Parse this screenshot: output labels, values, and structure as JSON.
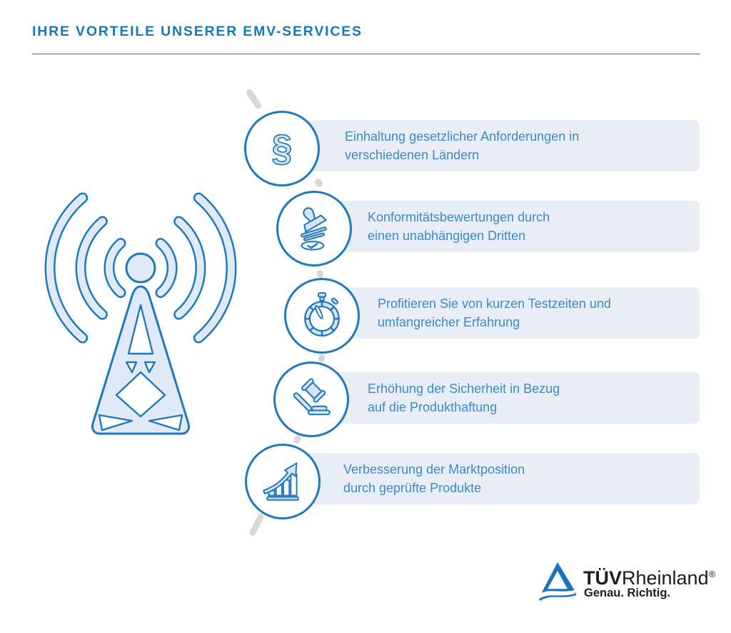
{
  "header": {
    "title": "IHRE VORTEILE UNSERER EMV-SERVICES"
  },
  "benefits": [
    {
      "icon": "paragraph-icon",
      "text": "Einhaltung gesetzlicher Anforderungen in\nverschiedenen Ländern"
    },
    {
      "icon": "stamp-icon",
      "text": "Konformitätsbewertungen durch\neinen unabhängigen Dritten"
    },
    {
      "icon": "stopwatch-icon",
      "text": "Profitieren Sie von kurzen Testzeiten und\numfangreicher Erfahrung"
    },
    {
      "icon": "gavel-icon",
      "text": "Erhöhung der Sicherheit in Bezug\nauf die Produkthaftung"
    },
    {
      "icon": "growth-chart-icon",
      "text": "Verbesserung der Marktposition\ndurch geprüfte Produkte"
    }
  ],
  "logo": {
    "brand_bold": "TÜV",
    "brand_regular": "Rheinland",
    "registered": "®",
    "tagline": "Genau. Richtig."
  },
  "colors": {
    "primary_blue": "#1e79bd",
    "title_blue": "#1878bc",
    "body_text_blue": "#3e89c6",
    "box_background": "#e9edf6",
    "icon_fill_light": "#d7e4f5",
    "tower_fill_light": "#e0e9f7",
    "dash_gray": "#d8d8d8",
    "logo_black": "#1d1d1b"
  }
}
